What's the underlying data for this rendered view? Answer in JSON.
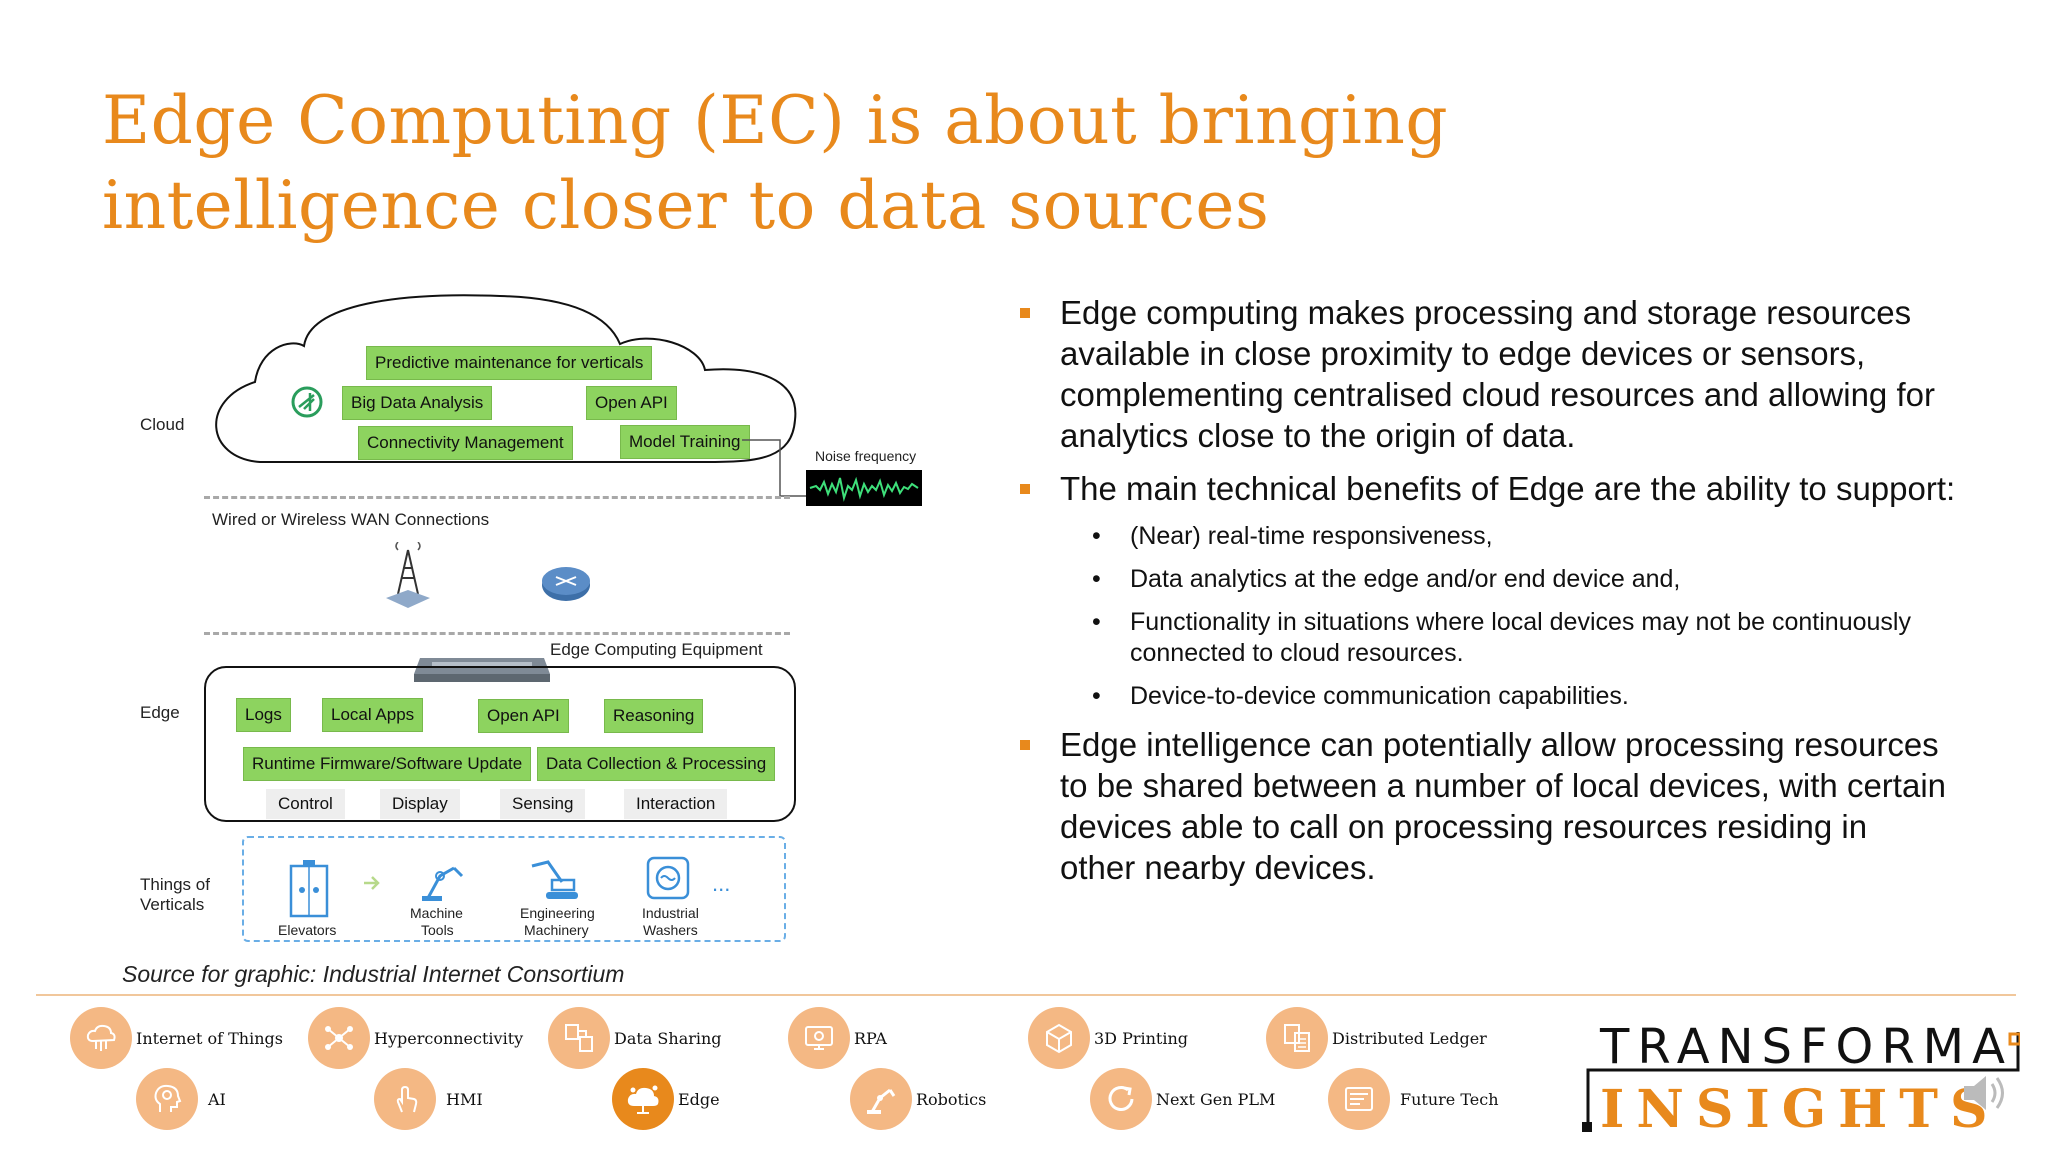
{
  "slide": {
    "title_line1": "Edge Computing (EC) is about bringing",
    "title_line2": "intelligence closer to data sources"
  },
  "diagram": {
    "layer_labels": {
      "cloud": "Cloud",
      "edge": "Edge",
      "things_line1": "Things of",
      "things_line2": "Verticals"
    },
    "cloud_boxes": [
      "Predictive maintenance for verticals",
      "Big Data Analysis",
      "Open API",
      "Connectivity Management",
      "Model Training"
    ],
    "noise_frequency": "Noise frequency",
    "wan_label": "Wired or Wireless WAN Connections",
    "equipment_label": "Edge Computing Equipment",
    "edge_boxes": [
      "Logs",
      "Local Apps",
      "Open API",
      "Reasoning",
      "Runtime Firmware/Software Update",
      "Data Collection & Processing"
    ],
    "edge_functions": [
      "Control",
      "Display",
      "Sensing",
      "Interaction"
    ],
    "things": [
      {
        "line1": "Elevators",
        "line2": ""
      },
      {
        "line1": "Machine",
        "line2": "Tools"
      },
      {
        "line1": "Engineering",
        "line2": "Machinery"
      },
      {
        "line1": "Industrial",
        "line2": "Washers"
      }
    ],
    "ellipsis": "...",
    "source": "Source for graphic: Industrial Internet Consortium"
  },
  "bullets": {
    "b1": "Edge computing makes processing and storage resources available in close proximity to edge devices or sensors, complementing centralised cloud resources and allowing for analytics close to the origin of data.",
    "b2": "The main technical benefits of Edge are the ability to support:",
    "sub": [
      "(Near) real-time responsiveness,",
      "Data analytics at the edge and/or end device and,",
      "Functionality in situations where local devices may not be continuously connected to cloud resources.",
      "Device-to-device communication capabilities."
    ],
    "b3": "Edge intelligence can potentially allow processing resources to be shared between a number of local devices, with certain devices able to call on processing resources residing in other nearby devices."
  },
  "nav": {
    "row1": [
      "Internet of Things",
      "Hyperconnectivity",
      "Data Sharing",
      "RPA",
      "3D Printing",
      "Distributed Ledger"
    ],
    "row2": [
      "AI",
      "HMI",
      "Edge",
      "Robotics",
      "Next Gen PLM",
      "Future Tech"
    ],
    "active": "Edge",
    "icons_row1": [
      "cloud-network-icon",
      "hub-icon",
      "data-sharing-icon",
      "rpa-icon",
      "3d-printing-icon",
      "ledger-icon"
    ],
    "icons_row2": [
      "ai-head-icon",
      "touch-icon",
      "edge-cloud-icon",
      "robot-arm-icon",
      "cycle-icon",
      "future-tech-icon"
    ]
  },
  "logo": {
    "line1": "TRANSFORMA",
    "line2": "INSIGHTS"
  },
  "colors": {
    "accent": "#E8891C",
    "green_box": "#8DD35F",
    "icon_bg": "#F4B884"
  }
}
